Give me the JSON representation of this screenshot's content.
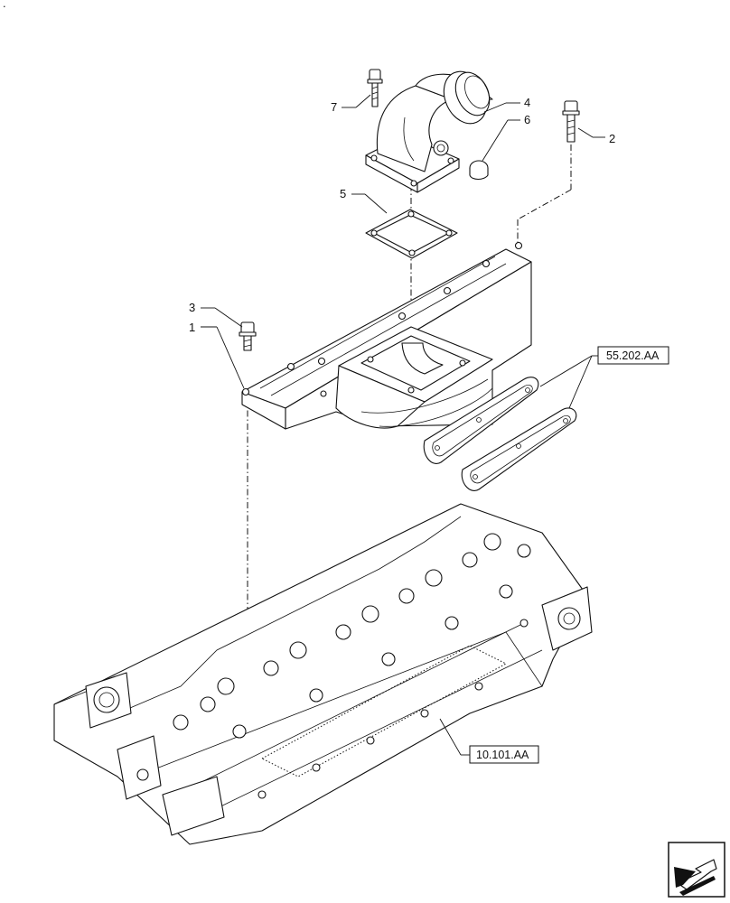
{
  "corner_mark": ".",
  "callouts": {
    "c1": "1",
    "c2": "2",
    "c3": "3",
    "c4": "4",
    "c5": "5",
    "c6": "6",
    "c7": "7"
  },
  "references": {
    "gasket_ref": "55.202.AA",
    "head_ref": "10.101.AA"
  },
  "icons": {
    "nav": "arrow-navigation-icon"
  }
}
